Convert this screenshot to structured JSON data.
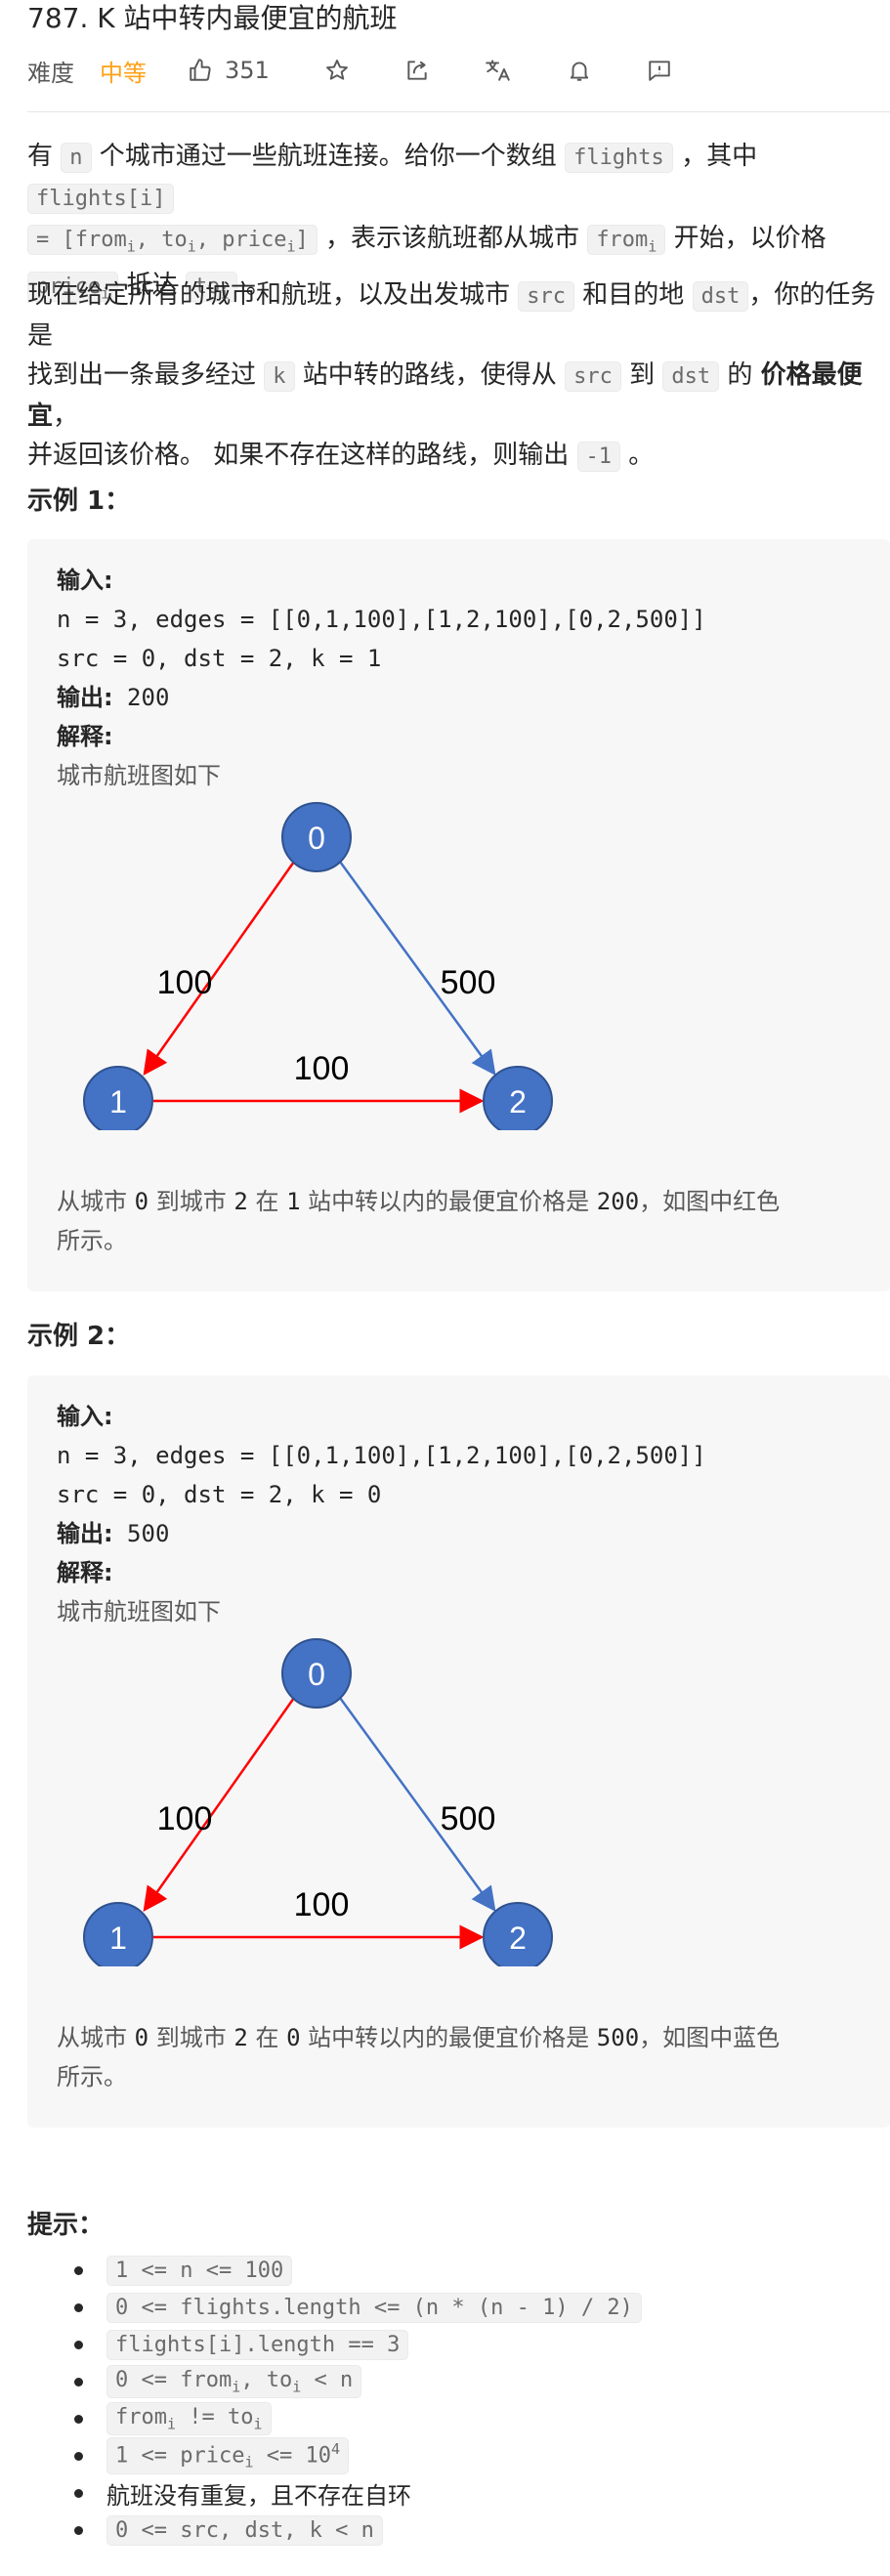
{
  "problem": {
    "title": "787. K 站中转内最便宜的航班",
    "difficulty_label": "难度",
    "difficulty": "中等",
    "likes": "351"
  },
  "icons": [
    "thumbs-up-icon",
    "star-icon",
    "share-icon",
    "translate-icon",
    "bell-icon",
    "feedback-icon"
  ],
  "colors": {
    "accent": "#ffa116",
    "node": "#4472c4",
    "red": "#ff0000",
    "blue": "#4472c4"
  },
  "description": {
    "p1": {
      "t1": "有",
      "c1": "n",
      "t2": "个城市通过一些航班连接。给你一个数组",
      "c2": "flights",
      "t3": "，其中",
      "c3": "flights[i]",
      "c4a": "= [from",
      "c4b": "i",
      "c4c": ", to",
      "c4d": "i",
      "c4e": ", price",
      "c4f": "i",
      "c4g": "]",
      "t4": "，表示该航班都从城市",
      "c5a": "from",
      "c5b": "i",
      "t5": "开始，以价格",
      "c6a": "price",
      "c6b": "i",
      "t6": "抵达",
      "c7a": "to",
      "c7b": "i",
      "t7": "。"
    },
    "p2": {
      "t1": "现在给定所有的城市和航班，以及出发城市",
      "c1": "src",
      "t2": "和目的地",
      "c2": "dst",
      "t3": "，你的任务是",
      "t4": "找到出一条最多经过",
      "c3": "k",
      "t5": "站中转的路线，使得从",
      "c4": "src",
      "t6": "到",
      "c5": "dst",
      "t7": "的",
      "b1": "价格最便宜",
      "t8": "，",
      "t9": "并返回该价格。 如果不存在这样的路线，则输出",
      "c6": "-1",
      "t10": "。"
    }
  },
  "examples": [
    {
      "heading": "示例 1：",
      "input_label": "输入:",
      "line1": "n = 3, edges = [[0,1,100],[1,2,100],[0,2,500]]",
      "line2": "src = 0, dst = 2, k = 1",
      "output_label": "输出:",
      "output_value": " 200",
      "explain_label": "解释:",
      "graph_caption": "城市航班图如下",
      "graph": {
        "nodes": [
          "0",
          "1",
          "2"
        ],
        "edge01": "100",
        "edge12": "100",
        "edge02": "500",
        "highlight": "red"
      },
      "note_a": "从城市 ",
      "note_b": "0",
      "note_c": " 到城市 ",
      "note_d": "2",
      "note_e": " 在 ",
      "note_f": "1",
      "note_g": " 站中转以内的最便宜价格是 ",
      "note_h": "200",
      "note_i": "，如图中红色",
      "note_j": "所示。"
    },
    {
      "heading": "示例 2：",
      "input_label": "输入:",
      "line1": "n = 3, edges = [[0,1,100],[1,2,100],[0,2,500]]",
      "line2": "src = 0, dst = 2, k = 0",
      "output_label": "输出:",
      "output_value": " 500",
      "explain_label": "解释:",
      "graph_caption": "城市航班图如下",
      "graph": {
        "nodes": [
          "0",
          "1",
          "2"
        ],
        "edge01": "100",
        "edge12": "100",
        "edge02": "500",
        "highlight": "blue"
      },
      "note_a": "从城市 ",
      "note_b": "0",
      "note_c": " 到城市 ",
      "note_d": "2",
      "note_e": " 在 ",
      "note_f": "0",
      "note_g": " 站中转以内的最便宜价格是 ",
      "note_h": "500",
      "note_i": "，如图中蓝色",
      "note_j": "所示。"
    }
  ],
  "tips": {
    "heading": "提示：",
    "items": [
      "1 <= n <= 100",
      "0 <= flights.length <= (n * (n - 1) / 2)",
      "flights[i].length == 3",
      "0 <= from_i, to_i < n",
      "from_i != to_i",
      "1 <= price_i <= 10^4",
      "航班没有重复，且不存在自环",
      "0 <= src, dst, k < n"
    ],
    "i3_a": "0 <= from",
    "i3_b": "i",
    "i3_c": ", to",
    "i3_d": "i",
    "i3_e": " < n",
    "i4_a": "from",
    "i4_b": "i",
    "i4_c": " != to",
    "i4_d": "i",
    "i5_a": "1 <= price",
    "i5_b": "i",
    "i5_c": " <= 10",
    "i5_d": "4"
  }
}
